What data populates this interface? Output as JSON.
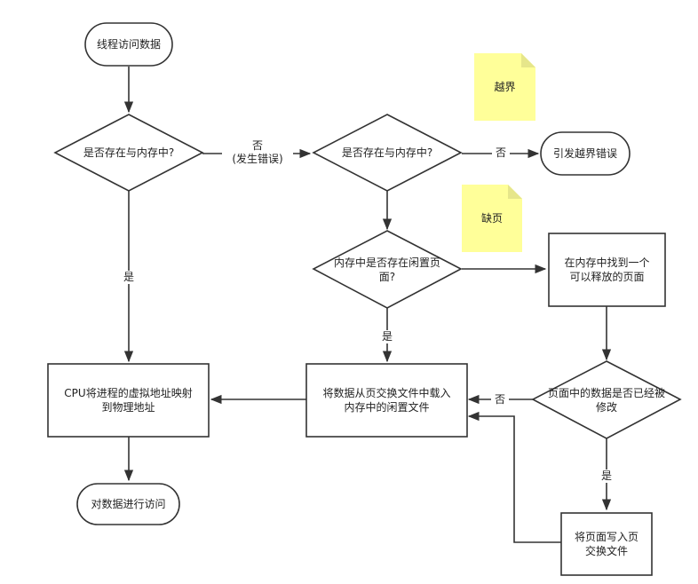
{
  "nodes": {
    "start": "线程访问数据",
    "decision_in_memory": "是否存在与内存中?",
    "decision_in_memory_2": "是否存在与内存中?",
    "out_of_bounds_error": "引发越界错误",
    "decision_free_page": "内存中是否存在闲置页\n面?",
    "find_releasable_page": "在内存中找到一个\n可以释放的页面",
    "cpu_map": "CPU将进程的虚拟地址映射\n到物理地址",
    "load_from_swap": "将数据从页交换文件中载入\n内存中的闲置文件",
    "decision_modified": "页面中的数据是否已经被\n修改",
    "write_to_swap": "将页面写入页\n交换文件",
    "access_data": "对数据进行访问"
  },
  "notes": {
    "out_of_bounds": "越界",
    "page_fault": "缺页"
  },
  "edge_labels": {
    "no_raise_error": "否\n(发生错误)",
    "no_bounds": "否",
    "yes_mapped": "是",
    "yes_free": "是",
    "no_modified": "否",
    "yes_modified": "是"
  },
  "colors": {
    "stroke": "#333333",
    "note_fill": "#ffff99",
    "note_fold": "#e6e68a"
  }
}
